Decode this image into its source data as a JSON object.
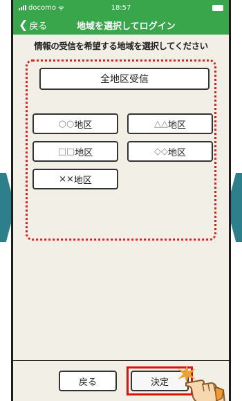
{
  "status_bar": {
    "carrier": "docomo",
    "time": "18:57"
  },
  "nav": {
    "back_label": "戻る",
    "title": "地域を選択してログイン"
  },
  "instruction": "情報の受信を希望する地域を選択してください",
  "buttons": {
    "all_districts": "全地区受信",
    "district_1": {
      "mark": "○○",
      "suffix": "地区"
    },
    "district_2": {
      "mark": "△△",
      "suffix": "地区"
    },
    "district_3": {
      "mark": "□□",
      "suffix": "地区"
    },
    "district_4": {
      "mark": "◇◇",
      "suffix": "地区"
    },
    "district_5": {
      "mark": "××",
      "suffix": "地区"
    }
  },
  "bottom": {
    "back": "戻る",
    "confirm": "決定"
  },
  "colors": {
    "header_green": "#3aa64c",
    "highlight_red": "#e02020",
    "side_arrow": "#2e7f8c",
    "background": "#f2efe6"
  }
}
